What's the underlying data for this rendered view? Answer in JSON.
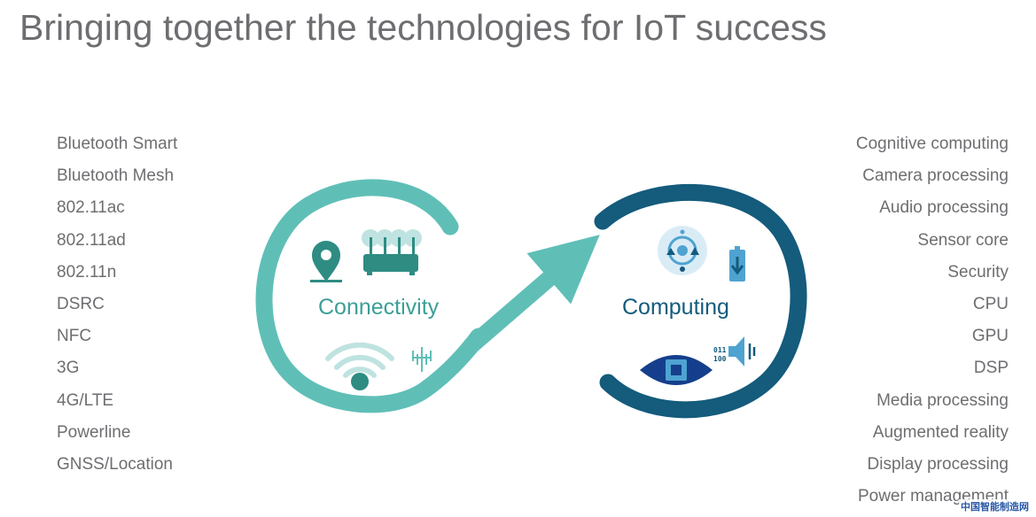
{
  "title": "Bringing together the technologies for IoT success",
  "connectivity": {
    "label": "Connectivity",
    "color": "#5fbfb7",
    "icons": [
      "location-pin-icon",
      "router-icon",
      "wifi-icon",
      "cell-tower-icon"
    ],
    "items": [
      "Bluetooth Smart",
      "Bluetooth Mesh",
      "802.11ac",
      "802.11ad",
      "802.11n",
      "DSRC",
      "NFC",
      "3G",
      "4G/LTE",
      "Powerline",
      "GNSS/Location"
    ]
  },
  "computing": {
    "label": "Computing",
    "color": "#145b7c",
    "icons": [
      "camera-aperture-icon",
      "battery-icon",
      "eye-chip-icon",
      "audio-binary-icon"
    ],
    "items": [
      "Cognitive computing",
      "Camera processing",
      "Audio processing",
      "Sensor core",
      "Security",
      "CPU",
      "GPU",
      "DSP",
      "Media processing",
      "Augmented reality",
      "Display processing",
      "Power management"
    ]
  },
  "watermark": "中国智能制造网"
}
